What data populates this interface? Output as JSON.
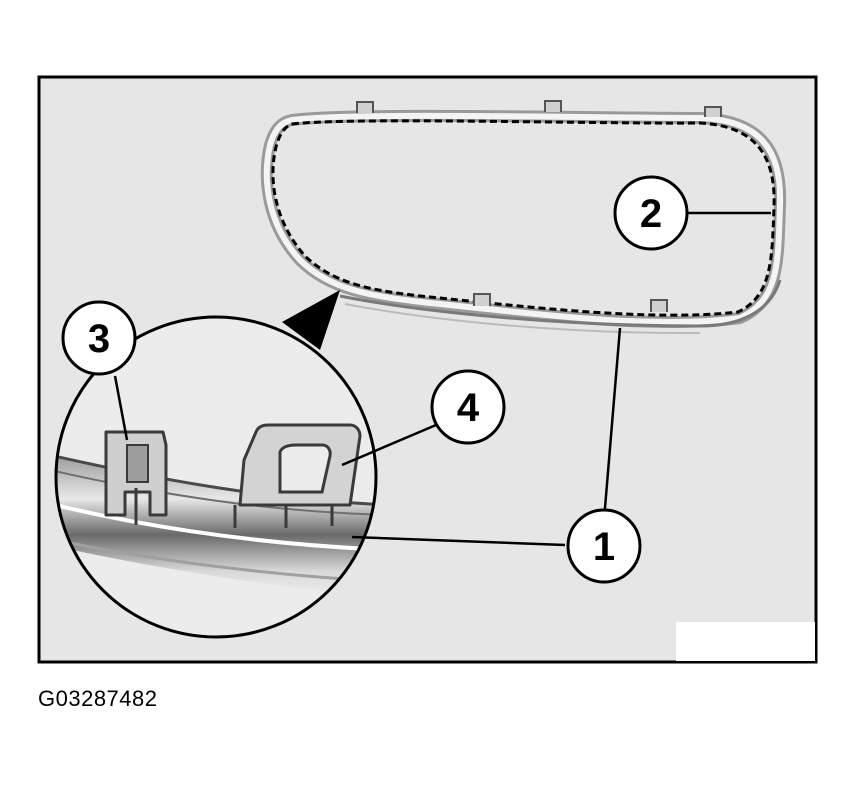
{
  "figure": {
    "id": "G03287482",
    "callouts": [
      {
        "label": "1"
      },
      {
        "label": "2"
      },
      {
        "label": "3"
      },
      {
        "label": "4"
      }
    ]
  },
  "colors": {
    "panel_background": "#e6e6e6",
    "frame": "#000000",
    "detail_background": "#ececec"
  }
}
